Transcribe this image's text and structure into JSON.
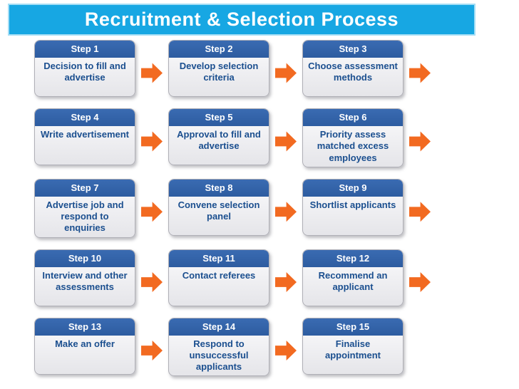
{
  "title": "Recruitment & Selection Process",
  "colors": {
    "banner": "#17A7E3",
    "banner_edge": "#A5DEF5",
    "step_header": "#2D5CA0",
    "step_text": "#1B4F8F",
    "arrow": "#F26A21"
  },
  "steps": [
    {
      "label": "Step 1",
      "text": "Decision to fill and\nadvertise"
    },
    {
      "label": "Step 2",
      "text": "Develop selection\ncriteria"
    },
    {
      "label": "Step 3",
      "text": "Choose assessment\nmethods"
    },
    {
      "label": "Step 4",
      "text": "Write advertisement"
    },
    {
      "label": "Step 5",
      "text": "Approval to fill and\nadvertise"
    },
    {
      "label": "Step 6",
      "text": "Priority assess\nmatched excess\nemployees"
    },
    {
      "label": "Step 7",
      "text": "Advertise job and\nrespond to\nenquiries"
    },
    {
      "label": "Step 8",
      "text": "Convene selection\npanel"
    },
    {
      "label": "Step 9",
      "text": "Shortlist applicants"
    },
    {
      "label": "Step 10",
      "text": "Interview and other\nassessments"
    },
    {
      "label": "Step 11",
      "text": "Contact referees"
    },
    {
      "label": "Step 12",
      "text": "Recommend an\napplicant"
    },
    {
      "label": "Step 13",
      "text": "Make an offer"
    },
    {
      "label": "Step 14",
      "text": "Respond to\nunsuccessful\napplicants"
    },
    {
      "label": "Step 15",
      "text": "Finalise\nappointment"
    }
  ]
}
